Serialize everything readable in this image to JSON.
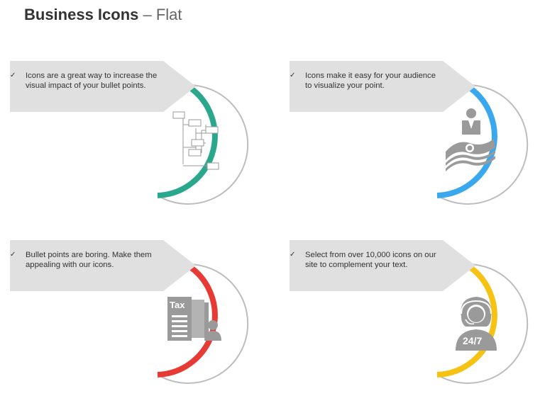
{
  "header": {
    "title_bold": "Business Icons",
    "title_separator": " – ",
    "title_light": "Flat"
  },
  "items": [
    {
      "text": "Icons are a great way to increase the visual impact of your bullet points.",
      "check": "✓",
      "accent_color": "#2aa88e",
      "icon": "flowchart-icon"
    },
    {
      "text": "Icons make it easy for your audience to visualize your point.",
      "check": "✓",
      "accent_color": "#3aa8ee",
      "icon": "businessman-money-icon"
    },
    {
      "text": "Bullet points are boring. Make them appealing with our icons.",
      "check": "✓",
      "accent_color": "#e83a35",
      "icon": "tax-document-person-icon",
      "icon_label": "Tax"
    },
    {
      "text": "Select from over 10,000 icons on our site to complement your text.",
      "check": "✓",
      "accent_color": "#f6c214",
      "icon": "support-agent-24-7-icon",
      "icon_label": "24/7"
    }
  ],
  "colors": {
    "callout_bg": "#e0e0e0",
    "ring_gray": "#bdbdbd",
    "icon_gray": "#9a9a9a",
    "text": "#333333"
  }
}
